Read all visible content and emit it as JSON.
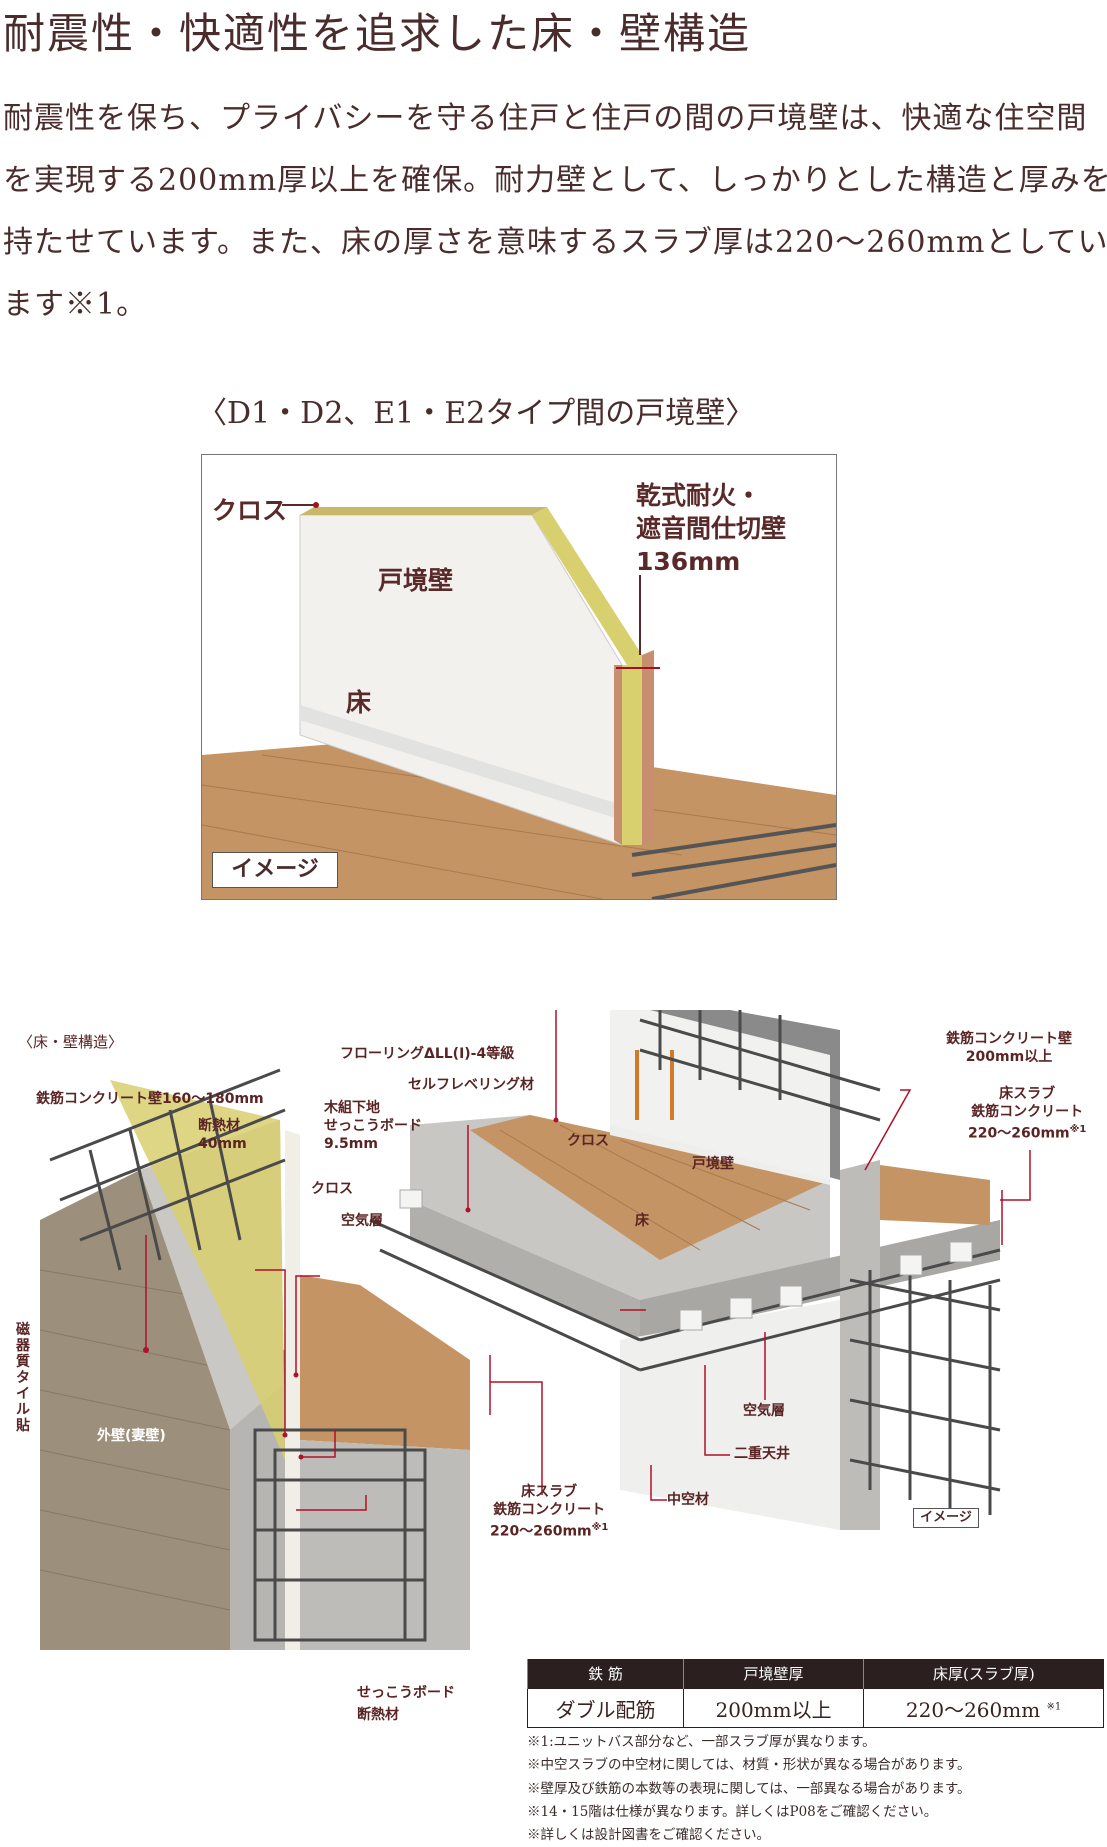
{
  "heading": "耐震性・快適性を追求した床・壁構造",
  "intro_lines": [
    "耐震性を保ち、プライバシーを守る住戸と住戸の間の戸境壁は、快適な住空間",
    "を実現する200mm厚以上を確保。耐力壁として、しっかりとした構造と厚みを",
    "持たせています。また、床の厚さを意味するスラブ厚は220〜260mmとしてい",
    "ます※1。"
  ],
  "figure1": {
    "caption": "〈D1・D2、E1・E2タイプ間の戸境壁〉",
    "label_partition_1": "乾式耐火・",
    "label_partition_2": "遮音間仕切壁",
    "label_partition_3": "136mm",
    "label_cross": "クロス",
    "label_wall": "戸境壁",
    "label_floor": "床",
    "image_tag": "イメージ"
  },
  "figure2": {
    "caption": "〈床・壁構造〉",
    "flooring": "フローリングΔLL(Ⅰ)-4等級",
    "self_leveling": "セルフレベリング材",
    "rc_wall_ext": "鉄筋コンクリート壁160〜180mm",
    "insulation_1": "断熱材",
    "insulation_2": "40mm",
    "gypsum_1": "木組下地",
    "gypsum_2": "せっこうボード",
    "gypsum_3": "9.5mm",
    "cross_left": "クロス",
    "air_left": "空気層",
    "cross_right": "クロス",
    "boundary_wall": "戸境壁",
    "floor": "床",
    "rc_wall_1": "鉄筋コンクリート壁",
    "rc_wall_2": "200mm以上",
    "slab_r_1": "床スラブ",
    "slab_r_2": "鉄筋コンクリート",
    "slab_r_3": "220〜260mm",
    "slab_r_note": "※1",
    "tile": "磁器質タイル貼",
    "outer_wall": "外壁(妻壁)",
    "slab_l_1": "床スラブ",
    "slab_l_2": "鉄筋コンクリート",
    "slab_l_3": "220〜260mm",
    "slab_l_note": "※1",
    "air_ceiling": "空気層",
    "double_ceiling": "二重天井",
    "hollow": "中空材",
    "image_tag": "イメージ",
    "gypsum_bottom": "せっこうボード",
    "insulation_bottom": "断熱材"
  },
  "spec_table": {
    "headers": [
      "鉄 筋",
      "戸境壁厚",
      "床厚(スラブ厚)"
    ],
    "values": [
      "ダブル配筋",
      "200mm以上",
      "220〜260mm"
    ],
    "value_note": "※1"
  },
  "notes": [
    "※1:ユニットバス部分など、一部スラブ厚が異なります。",
    "※中空スラブの中空材に関しては、材質・形状が異なる場合があります。",
    "※壁厚及び鉄筋の本数等の表現に関しては、一部異なる場合があります。",
    "※14・15階は仕様が異なります。詳しくはP08をご確認ください。",
    "※詳しくは設計図書をご確認ください。"
  ],
  "colors": {
    "text": "#4a2c2c",
    "leader": "#b0102a",
    "table_header": "#2b1f1f",
    "floor_wood": "#c49464",
    "insulation": "#d8d070"
  }
}
